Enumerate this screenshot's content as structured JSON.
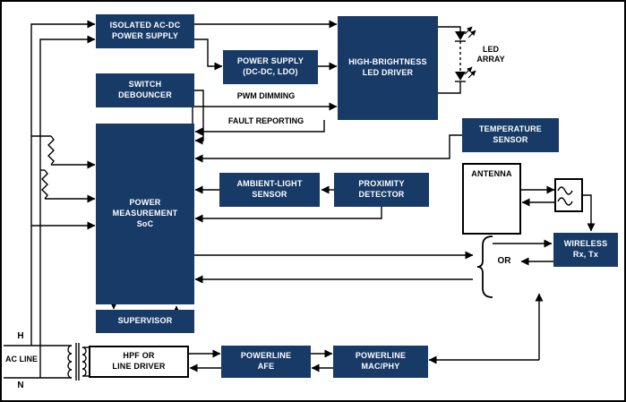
{
  "colors": {
    "box_fill": "#173a67",
    "wire": "#000000",
    "canvas": "#ffffff"
  },
  "blocks": {
    "isolated_acdc": "ISOLATED AC-DC\nPOWER SUPPLY",
    "switch_debouncer": "SWITCH\nDEBOUNCER",
    "power_supply_dcdc": "POWER SUPPLY\n(DC-DC, LDO)",
    "led_driver": "HIGH-BRIGHTNESS\nLED DRIVER",
    "temperature_sensor": "TEMPERATURE\nSENSOR",
    "power_measurement_soc": "POWER\nMEASUREMENT\nSoC",
    "ambient_light_sensor": "AMBIENT-LIGHT\nSENSOR",
    "proximity_detector": "PROXIMITY\nDETECTOR",
    "antenna": "ANTENNA",
    "wireless_rx_tx": "WIRELESS\nRx, Tx",
    "supervisor": "SUPERVISOR",
    "hpf_line_driver": "HPF OR\nLINE DRIVER",
    "powerline_afe": "POWERLINE\nAFE",
    "powerline_mac_phy": "POWERLINE\nMAC/PHY"
  },
  "annotations": {
    "pwm_dimming": "PWM DIMMING",
    "fault_reporting": "FAULT REPORTING",
    "led_array": "LED\nARRAY",
    "or": "OR",
    "line_h": "H",
    "line_n": "N",
    "ac_line": "AC LINE"
  }
}
